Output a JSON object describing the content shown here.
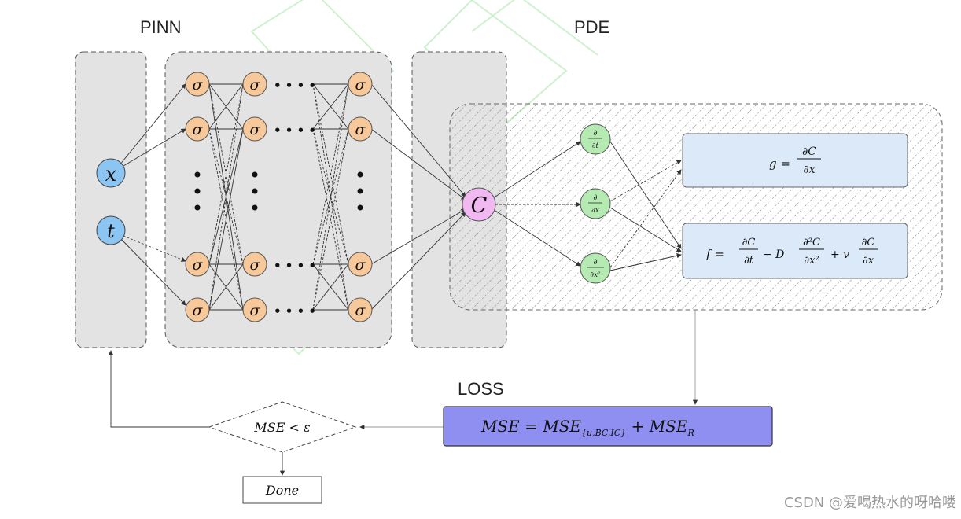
{
  "labels": {
    "pinn": "PINN",
    "pde": "PDE",
    "loss": "LOSS"
  },
  "inputs": {
    "x": "x",
    "t": "t"
  },
  "activation": "σ",
  "ellipsis": "• • • •",
  "output": "C",
  "derivatives": {
    "d_dt_num": "∂",
    "d_dt_den": "∂t",
    "d_dx_num": "∂",
    "d_dx_den": "∂x",
    "d_dx2_num": "∂",
    "d_dx2_den": "∂x²"
  },
  "equations": {
    "g": {
      "lhs": "g = ",
      "num": "∂C",
      "den": "∂x"
    },
    "f": {
      "lhs": "f = ",
      "t1n": "∂C",
      "t1d": "∂t",
      "mid": "− D",
      "t2n": "∂²C",
      "t2d": "∂x²",
      "plus": "+ v",
      "t3n": "∂C",
      "t3d": "∂x"
    }
  },
  "loss": {
    "text": "MSE = MSE",
    "sub": "{u,BC,IC}",
    "plus": " + MSE",
    "sub2": "R"
  },
  "decision": "MSE < ε",
  "done": "Done",
  "watermark": "CSDN @爱喝热水的呀哈喽",
  "colors": {
    "panel": "#e3e3e3",
    "sigma": "#f7c89a",
    "input": "#8cc4f2",
    "output": "#f2b8f2",
    "deriv": "#b5eab2",
    "eq": "#dbe9f8",
    "loss": "#8f8ff2"
  }
}
